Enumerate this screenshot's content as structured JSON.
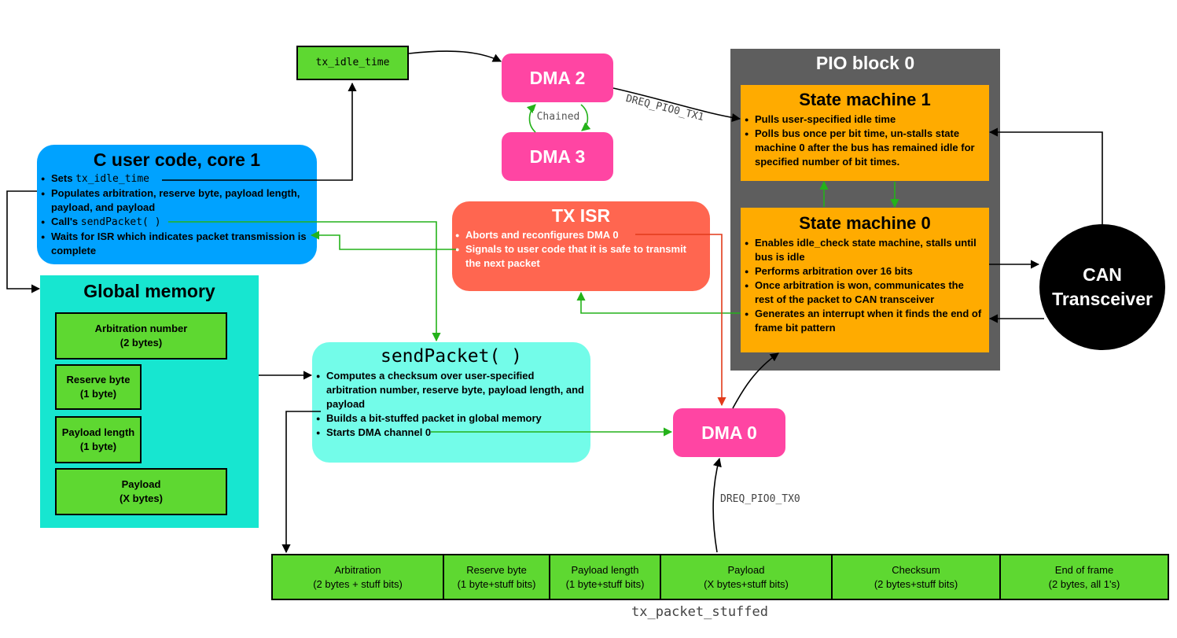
{
  "tx_idle_time_box": {
    "label": "tx_idle_time"
  },
  "dma2": {
    "label": "DMA 2"
  },
  "dma3": {
    "label": "DMA 3"
  },
  "chained": {
    "label": "Chained"
  },
  "dreq_tx1": {
    "label": "DREQ_PIO0_TX1"
  },
  "dreq_tx0": {
    "label": "DREQ_PIO0_TX0"
  },
  "dma0": {
    "label": "DMA 0"
  },
  "pio_block": {
    "title": "PIO block 0",
    "sm1": {
      "title": "State machine 1",
      "items": [
        "Pulls user-specified idle time",
        "Polls bus once per bit time, un-stalls state machine 0 after the bus has remained idle for specified number of bit times."
      ]
    },
    "sm0": {
      "title": "State machine 0",
      "items": [
        "Enables idle_check state machine, stalls until bus is idle",
        "Performs arbitration over 16 bits",
        "Once arbitration is won, communicates the rest of the packet to CAN transceiver",
        "Generates an interrupt when it finds the end of frame bit pattern"
      ]
    }
  },
  "can": {
    "line1": "CAN",
    "line2": "Transceiver"
  },
  "user_code": {
    "title": "C user code, core 1",
    "item1_prefix": "Sets ",
    "item1_code": "tx_idle_time",
    "item2": "Populates arbitration, reserve byte, payload length, payload, and payload",
    "item3_prefix": "Call's ",
    "item3_code": "sendPacket( )",
    "item4": "Waits for ISR which indicates packet transmission is complete"
  },
  "tx_isr": {
    "title": "TX ISR",
    "items": [
      "Aborts and reconfigures DMA 0",
      "Signals to user code that it is safe to transmit the next packet"
    ]
  },
  "global_memory": {
    "title": "Global memory",
    "fields": [
      {
        "line1": "Arbitration number",
        "line2": "(2 bytes)"
      },
      {
        "line1": "Reserve byte",
        "line2": "(1 byte)"
      },
      {
        "line1": "Payload length",
        "line2": "(1 byte)"
      },
      {
        "line1": "Payload",
        "line2": "(X bytes)"
      }
    ]
  },
  "send_packet": {
    "title": "sendPacket( )",
    "items": [
      "Computes a checksum over user-specified arbitration number, reserve byte, payload length, and payload",
      "Builds a bit-stuffed packet in global memory",
      "Starts DMA channel 0"
    ]
  },
  "packet": {
    "caption": "tx_packet_stuffed",
    "fields": [
      {
        "line1": "Arbitration",
        "line2": "(2 bytes + stuff bits)"
      },
      {
        "line1": "Reserve byte",
        "line2": "(1 byte+stuff bits)"
      },
      {
        "line1": "Payload length",
        "line2": "(1 byte+stuff bits)"
      },
      {
        "line1": "Payload",
        "line2": "(X bytes+stuff bits)"
      },
      {
        "line1": "Checksum",
        "line2": "(2 bytes+stuff bits)"
      },
      {
        "line1": "End of frame",
        "line2": "(2 bytes, all 1's)"
      }
    ]
  },
  "colors": {
    "green_box": "#5ed831",
    "dma": "#ff45a3",
    "user_code": "#00a2ff",
    "global_memory": "#17e6d0",
    "send_packet": "#73fce9",
    "tx_isr": "#ff6650",
    "pio_block": "#5e5e5e",
    "state_machine": "#ffab00",
    "green_arrow": "#24b21a",
    "red_arrow": "#e23a1a"
  }
}
